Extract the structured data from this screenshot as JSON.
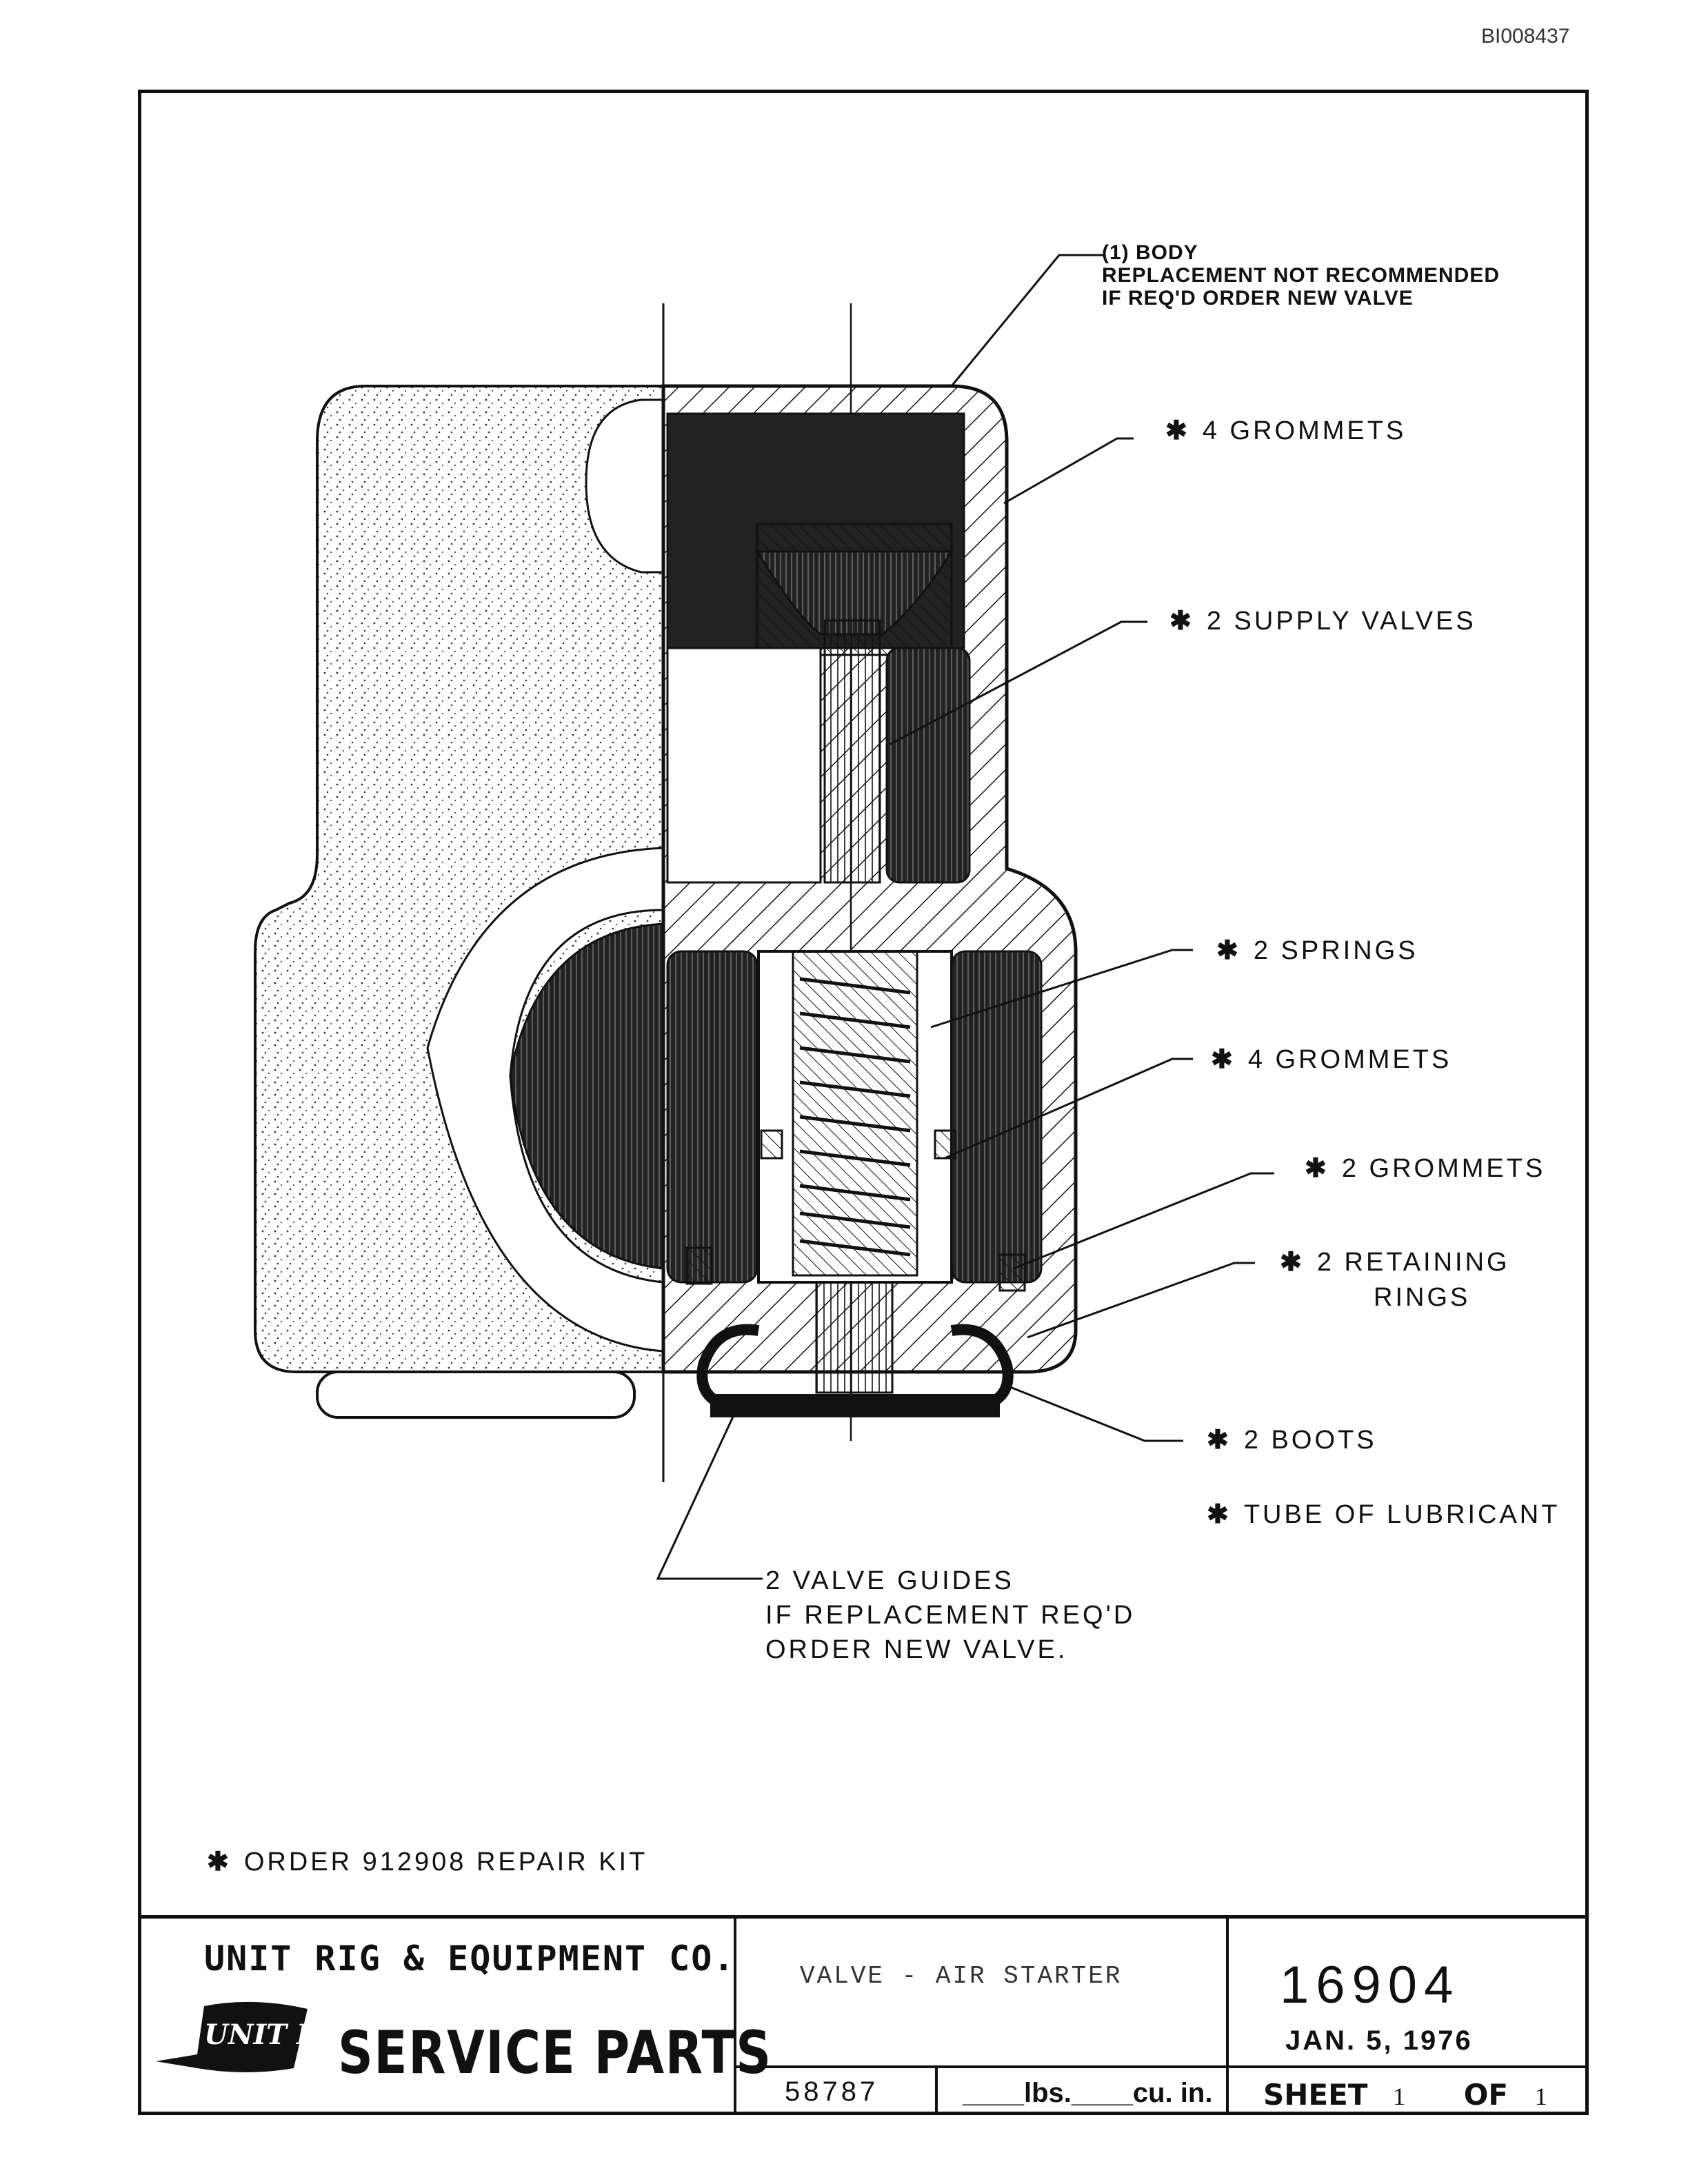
{
  "document_id": "BI008437",
  "callouts": {
    "body_1": "(1) BODY",
    "body_2": "REPLACEMENT NOT RECOMMENDED",
    "body_3": "IF REQ'D ORDER NEW VALVE",
    "grommets_top": "4  GROMMETS",
    "supply_valves": "2  SUPPLY VALVES",
    "springs": "2  SPRINGS",
    "grommets_mid": "4  GROMMETS",
    "grommets_2": "2  GROMMETS",
    "retaining_1": "2  RETAINING",
    "retaining_2": "RINGS",
    "boots": "2  BOOTS",
    "lubricant": "TUBE  OF  LUBRICANT",
    "guides_1": "2  VALVE  GUIDES",
    "guides_2": "IF  REPLACEMENT  REQ'D",
    "guides_3": "ORDER  NEW  VALVE.",
    "repair_kit": "ORDER  912908  REPAIR KIT",
    "star": "✱"
  },
  "title_block": {
    "company": "UNIT RIG & EQUIPMENT CO.",
    "logo": "UNIT RIG",
    "service_parts": "SERVICE PARTS",
    "part_title": "VALVE  -  AIR STARTER",
    "drawing_number": "16904",
    "date": "JAN. 5, 1976",
    "part_number": "58787",
    "weight": "____lbs.____cu. in.",
    "sheet_label": "SHEET",
    "of_label": "OF",
    "sheet": "1",
    "of": "1"
  }
}
